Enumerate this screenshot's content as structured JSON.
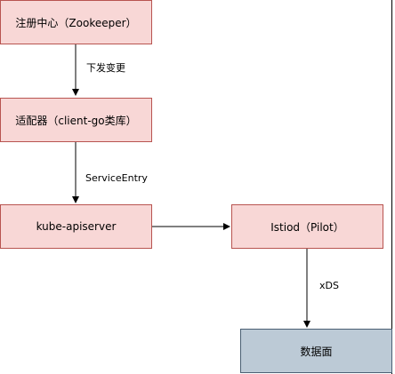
{
  "nodes": {
    "registry": "注册中心（Zookeeper）",
    "adapter": "适配器（client-go类库）",
    "apiserver": "kube-apiserver",
    "istiod": "Istiod（Pilot）",
    "dataplane": "数据面"
  },
  "edges": {
    "registry_to_adapter": "下发变更",
    "adapter_to_apiserver": "ServiceEntry",
    "istiod_to_dataplane": "xDS"
  },
  "colors": {
    "node_fill": "#f8d7d6",
    "node_stroke": "#b85450",
    "dataplane_fill": "#bccad6",
    "dataplane_stroke": "#4a5f73",
    "line": "#000000"
  }
}
